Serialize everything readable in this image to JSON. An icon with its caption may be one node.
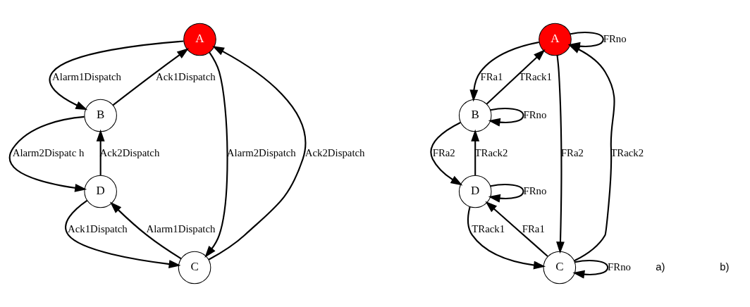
{
  "diagram": {
    "nodes": [
      {
        "text": [
          "A"
        ]
      },
      {
        "text": [
          "B"
        ]
      },
      {
        "text": [
          "C"
        ]
      },
      {
        "text": [
          "D"
        ]
      },
      {
        "text": [
          "A"
        ]
      },
      {
        "text": [
          "B"
        ]
      },
      {
        "text": [
          "C"
        ]
      },
      {
        "text": [
          "D"
        ]
      }
    ],
    "edges": [
      {
        "from": 0,
        "to": 1,
        "arrow": "to",
        "label": "Alarm1Dispatch"
      },
      {
        "from": 0,
        "to": 2,
        "arrow": "to",
        "label": "Alarm2Dispatch"
      },
      {
        "from": 1,
        "to": 0,
        "arrow": "to",
        "label": "Ack1Dispatch"
      },
      {
        "from": 2,
        "to": 0,
        "arrow": "to",
        "label": "Ack2Dispatch"
      },
      {
        "from": 1,
        "to": 3,
        "arrow": "to",
        "label": "Alarm2Dispatc h"
      },
      {
        "from": 2,
        "to": 3,
        "arrow": "to",
        "label": "Alarm1Dispatch"
      },
      {
        "from": 3,
        "to": 1,
        "arrow": "to",
        "label": "Ack2Dispatch"
      },
      {
        "from": 3,
        "to": 2,
        "arrow": "to",
        "label": "Ack1Dispatch"
      },
      {
        "from": 4,
        "to": 4,
        "arrow": "to",
        "label": "FRno"
      },
      {
        "from": 5,
        "to": 4,
        "arrow": "to",
        "label": "TRack1"
      },
      {
        "from": 6,
        "to": 4,
        "arrow": "to",
        "label": "TRack2"
      },
      {
        "from": 4,
        "to": 5,
        "arrow": "to",
        "label": "FRa1"
      },
      {
        "from": 4,
        "to": 6,
        "arrow": "to",
        "label": "FRa2"
      },
      {
        "from": 5,
        "to": 5,
        "arrow": "to",
        "label": "FRno"
      },
      {
        "from": 6,
        "to": 6,
        "arrow": "to",
        "label": "FRno"
      },
      {
        "from": 5,
        "to": 7,
        "arrow": "to",
        "label": "FRa2"
      },
      {
        "from": 6,
        "to": 7,
        "arrow": "to",
        "label": "FRa1"
      },
      {
        "from": 7,
        "to": 5,
        "arrow": "to",
        "label": "TRack2"
      },
      {
        "from": 7,
        "to": 6,
        "arrow": "to",
        "label": "TRack1"
      },
      {
        "from": 7,
        "to": 7,
        "arrow": "to",
        "label": "FRno"
      }
    ],
    "labels": [
      "a)",
      "b)"
    ]
  }
}
